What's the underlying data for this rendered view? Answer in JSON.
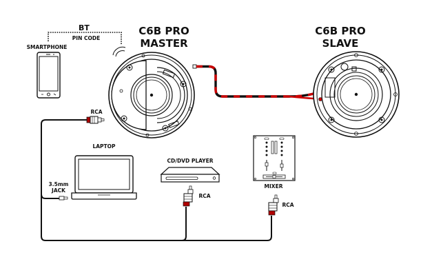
{
  "labels": {
    "bt": "BT",
    "pin_code": "PIN CODE",
    "smartphone": "SMARTPHONE",
    "master_line1": "C6B PRO",
    "master_line2": "MASTER",
    "slave_line1": "C6B PRO",
    "slave_line2": "SLAVE",
    "rca_master": "RCA",
    "laptop": "LAPTOP",
    "jack_line1": "3.5mm",
    "jack_line2": "JACK",
    "cd_dvd": "CD/DVD PLAYER",
    "rca_cd": "RCA",
    "mixer": "MIXER",
    "rca_mixer": "RCA"
  },
  "colors": {
    "ink": "#111111",
    "cable_red": "#cc0000",
    "plug_red": "#b00000",
    "background": "#ffffff"
  },
  "devices": [
    {
      "name": "smartphone",
      "connection": "Bluetooth (BT, PIN CODE)",
      "target": "C6B PRO MASTER"
    },
    {
      "name": "laptop",
      "connection": "3.5mm JACK",
      "target": "C6B PRO MASTER"
    },
    {
      "name": "cd/dvd player",
      "connection": "RCA",
      "target": "C6B PRO MASTER"
    },
    {
      "name": "mixer",
      "connection": "RCA",
      "target": "C6B PRO MASTER"
    },
    {
      "name": "C6B PRO SLAVE",
      "connection": "speaker cable",
      "target": "C6B PRO MASTER"
    }
  ]
}
